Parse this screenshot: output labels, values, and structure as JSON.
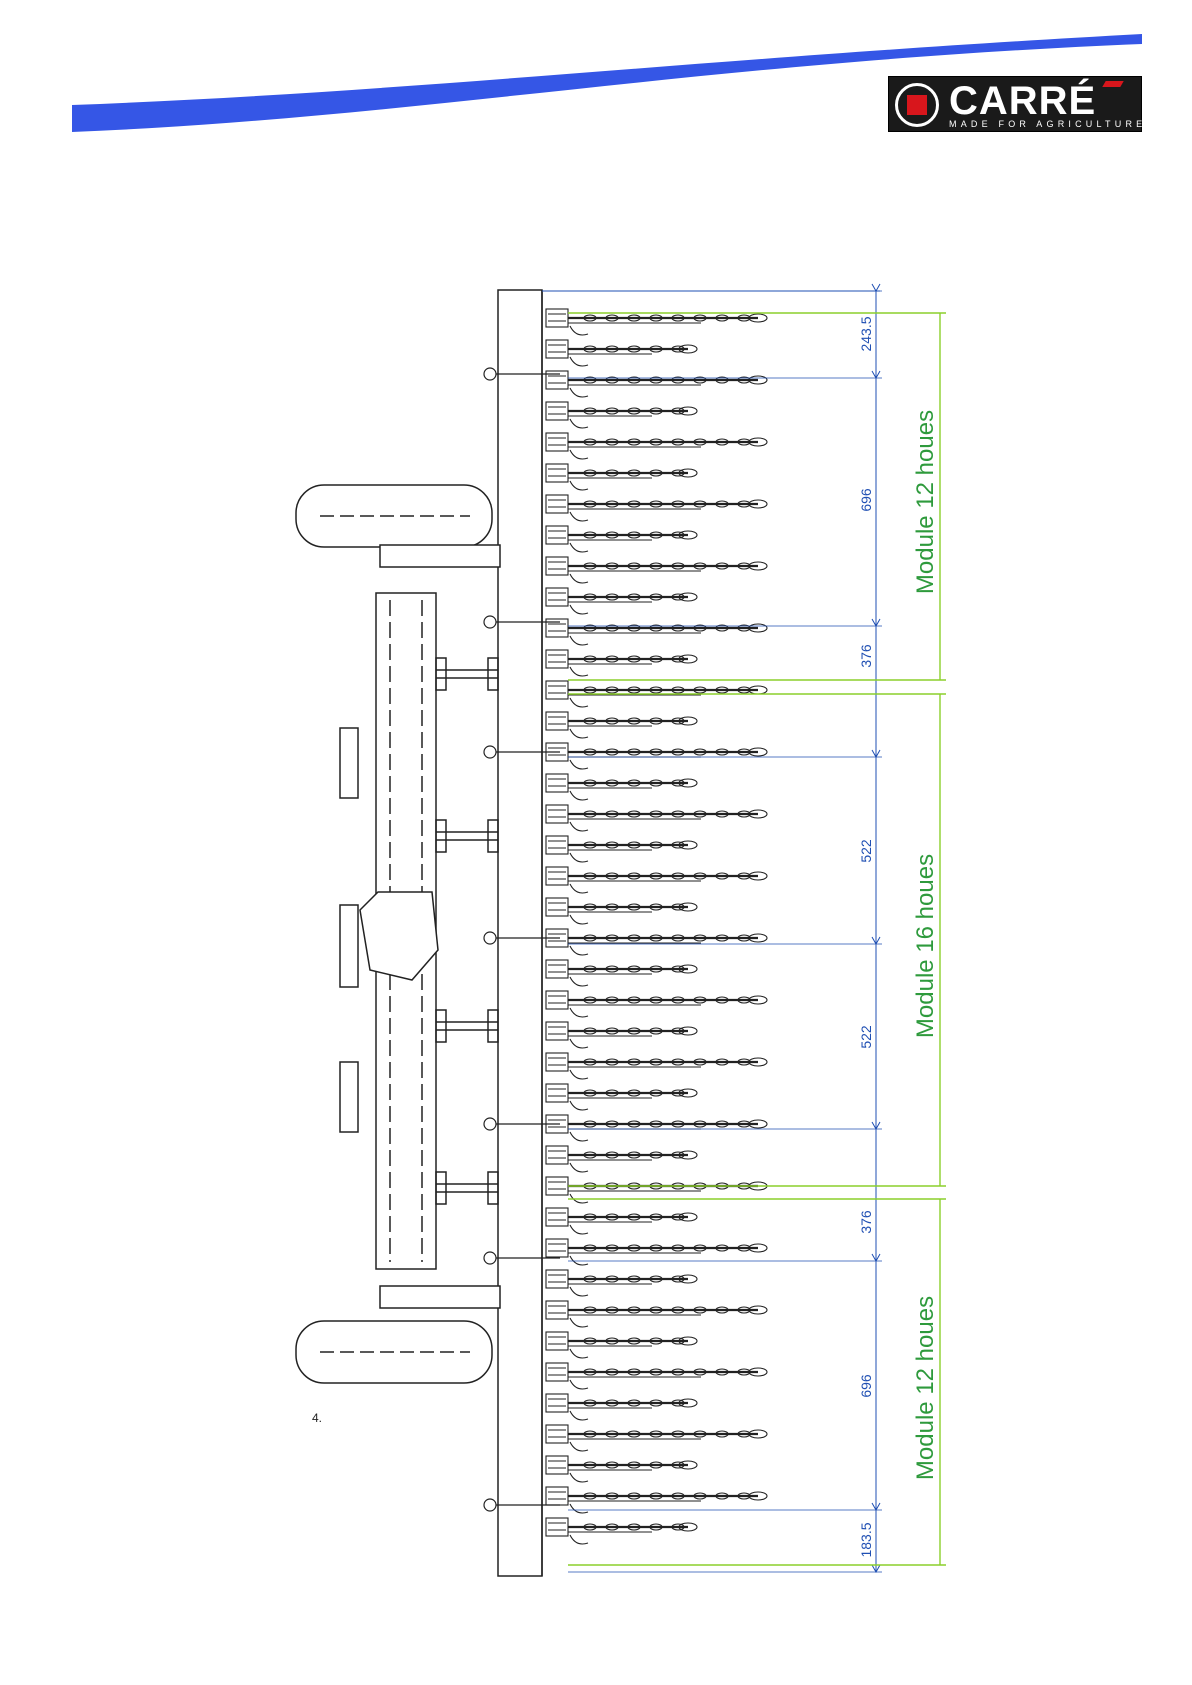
{
  "header": {
    "brand": "CARRÉ",
    "tagline": "MADE FOR AGRICULTURE",
    "swoosh_color": "#3556e6"
  },
  "drawing": {
    "line_color": "#222222",
    "dimension_color": "#1f4fb3",
    "module_color": "#2e9a3c",
    "dimensions": [
      "243.5",
      "696",
      "376",
      "522",
      "522",
      "376",
      "696",
      "183.5"
    ],
    "modules": [
      "Module 12 houes",
      "Module 16 houes",
      "Module 12 houes"
    ],
    "stray_marks": [
      "4."
    ]
  }
}
